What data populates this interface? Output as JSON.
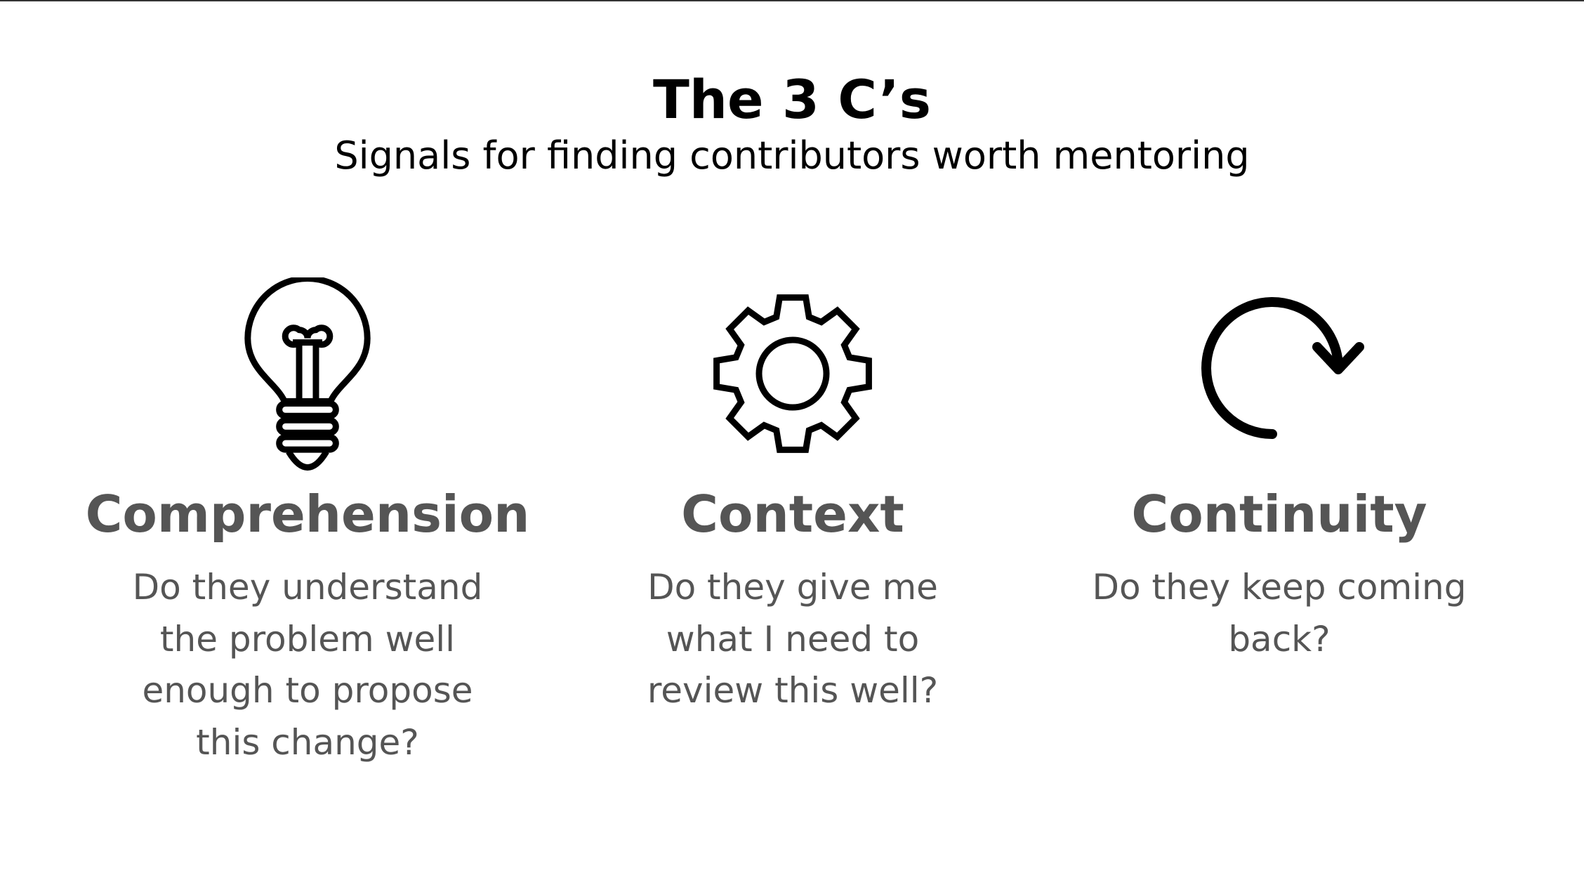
{
  "title": "The 3 C’s",
  "subtitle": "Signals for finding contributors worth mentoring",
  "columns": [
    {
      "icon": "lightbulb-icon",
      "heading": "Comprehension",
      "lines": [
        "Do they understand",
        "the problem well",
        "enough to propose",
        "this change?"
      ]
    },
    {
      "icon": "gear-icon",
      "heading": "Context",
      "lines": [
        "Do they give me",
        "what I need to",
        "review this well?"
      ]
    },
    {
      "icon": "refresh-icon",
      "heading": "Continuity",
      "lines": [
        "Do they keep coming",
        "back?"
      ]
    }
  ]
}
